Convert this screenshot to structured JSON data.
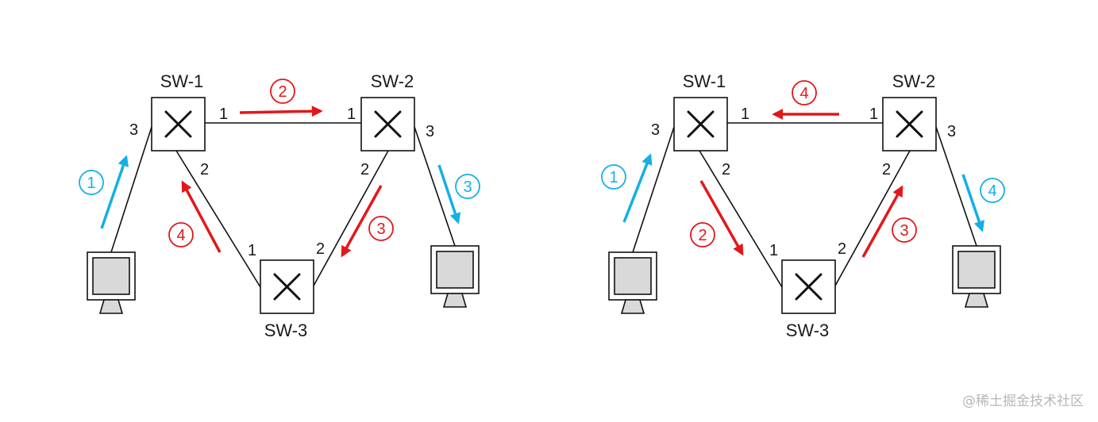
{
  "colors": {
    "blue": "#12b0e4",
    "red": "#e3171a",
    "line": "#111111",
    "screen": "#d9d9d9"
  },
  "diagrams": [
    {
      "switches": {
        "sw1": "SW-1",
        "sw2": "SW-2",
        "sw3": "SW-3"
      },
      "ports": {
        "sw1_top": "1",
        "sw1_left": "3",
        "sw1_down": "2",
        "sw2_top": "1",
        "sw2_right": "3",
        "sw2_down": "2",
        "sw3_left": "1",
        "sw3_right": "2"
      },
      "steps": {
        "host_up": "1",
        "top": "2",
        "sw2_host": "3",
        "sw2_sw3": "3",
        "sw3_sw1": "4"
      }
    },
    {
      "switches": {
        "sw1": "SW-1",
        "sw2": "SW-2",
        "sw3": "SW-3"
      },
      "ports": {
        "sw1_top": "1",
        "sw1_left": "3",
        "sw1_down": "2",
        "sw2_top": "1",
        "sw2_right": "3",
        "sw2_down": "2",
        "sw3_left": "1",
        "sw3_right": "2"
      },
      "steps": {
        "host_up": "1",
        "top": "4",
        "sw2_host": "4",
        "sw1_sw3": "2",
        "sw3_sw2": "3"
      }
    }
  ],
  "watermark": "@稀土掘金技术社区"
}
